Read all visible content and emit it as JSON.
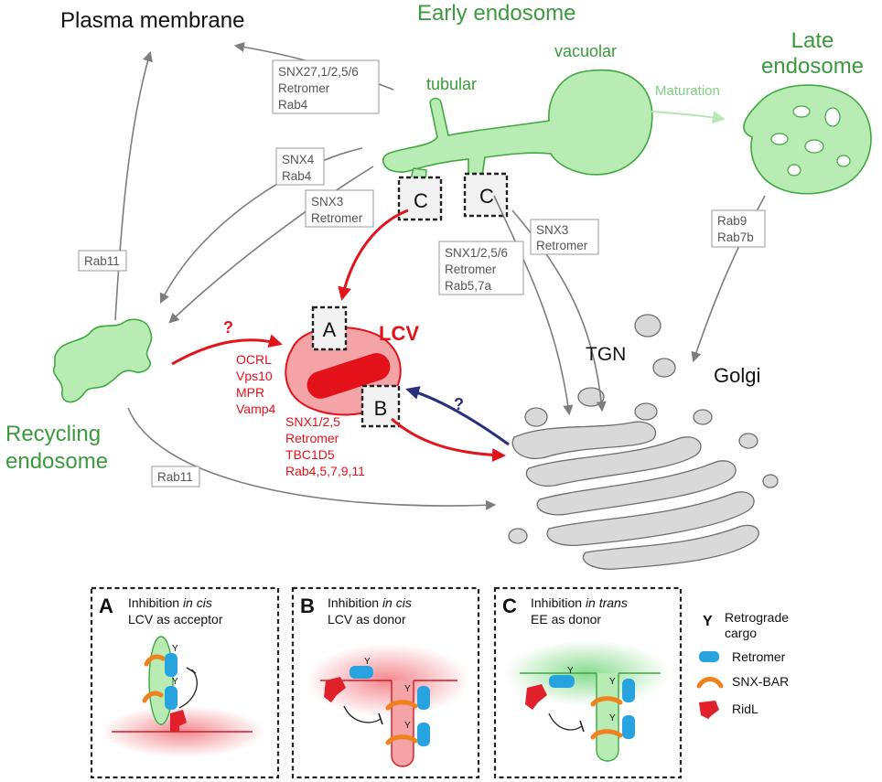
{
  "compartments": {
    "plasma_membrane": "Plasma membrane",
    "early_endosome": "Early endosome",
    "vacuolar": "vacuolar",
    "tubular": "tubular",
    "late_endosome_1": "Late",
    "late_endosome_2": "endosome",
    "maturation": "Maturation",
    "recycling_1": "Recycling",
    "recycling_2": "endosome",
    "tgn": "TGN",
    "golgi": "Golgi",
    "lcv": "LCV"
  },
  "route_boxes": {
    "ee_to_pm": [
      "SNX27,1/2,5/6",
      "Retromer",
      "Rab4"
    ],
    "snx4": [
      "SNX4",
      "Rab4"
    ],
    "snx3_re": [
      "SNX3",
      "Retromer"
    ],
    "rab11_pm": [
      "Rab11"
    ],
    "snx3_tgn": [
      "SNX3",
      "Retromer"
    ],
    "snx1_tgn": [
      "SNX1/2,5/6",
      "Retromer",
      "Rab5,7a"
    ],
    "rab9": [
      "Rab9",
      "Rab7b"
    ],
    "rab11_golgi": [
      "Rab11"
    ]
  },
  "lcv_labels": {
    "acceptor_factors": [
      "OCRL",
      "Vps10",
      "MPR",
      "Vamp4"
    ],
    "donor_factors": [
      "SNX1/2,5",
      "Retromer",
      "TBC1D5",
      "Rab4,5,7,9,11"
    ],
    "question_red": "?",
    "question_navy": "?"
  },
  "callouts": {
    "a": "A",
    "b": "B",
    "c1": "C",
    "c2": "C"
  },
  "panels": [
    {
      "letter": "A",
      "line1_pre": "Inhibition ",
      "line1_em": "in cis",
      "line2": "LCV as acceptor"
    },
    {
      "letter": "B",
      "line1_pre": "Inhibition ",
      "line1_em": "in cis",
      "line2": "LCV as donor"
    },
    {
      "letter": "C",
      "line1_pre": "Inhibition ",
      "line1_em": "in trans",
      "line2": "EE as donor"
    }
  ],
  "legend": {
    "cargo_symbol": "Y",
    "cargo_1": "Retrograde",
    "cargo_2": "cargo",
    "retromer": "Retromer",
    "snx_bar": "SNX-BAR",
    "ridl": "RidL"
  },
  "colors": {
    "green_label": "#3a9a3c",
    "endosome_fill": "#b8ecb4",
    "endosome_stroke": "#3fa83f",
    "lcv_red": "#e3121a",
    "lcv_fill": "#f4a3a6",
    "golgi_fill": "#d9d9d9",
    "retromer_blue": "#27a3e0",
    "snxbar_orange": "#f0821e",
    "ridl_red": "#e0202a",
    "navy_arrow": "#2a2f7c"
  }
}
